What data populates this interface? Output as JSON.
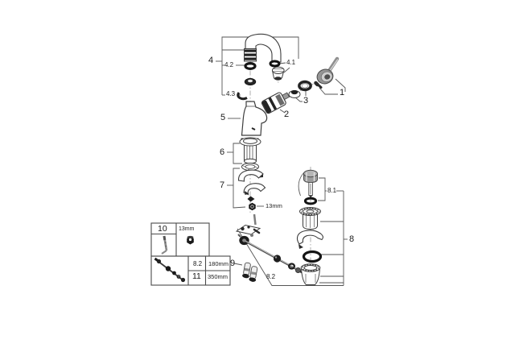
{
  "diagram": {
    "callouts": {
      "n1": "1",
      "n2": "2",
      "n3": "3",
      "n4": "4",
      "n4_1": "4.1",
      "n4_2": "4.2",
      "n4_3": "4.3",
      "n5": "5",
      "n6": "6",
      "n7": "7",
      "n8": "8",
      "n8_1": "8.1",
      "n8_2": "8.2",
      "n9": "9"
    },
    "annotations": {
      "wrench_size": "13mm"
    },
    "inset_table": {
      "item_top": "10",
      "tool_size": "13mm",
      "rows": [
        {
          "ref": "8.2",
          "length": "180mm"
        },
        {
          "ref": "11",
          "length": "350mm"
        }
      ]
    },
    "colors": {
      "background": "#ffffff",
      "line": "#3c3c3c",
      "dark": "#1c1c1c",
      "metal": "#9a9a9a"
    }
  }
}
